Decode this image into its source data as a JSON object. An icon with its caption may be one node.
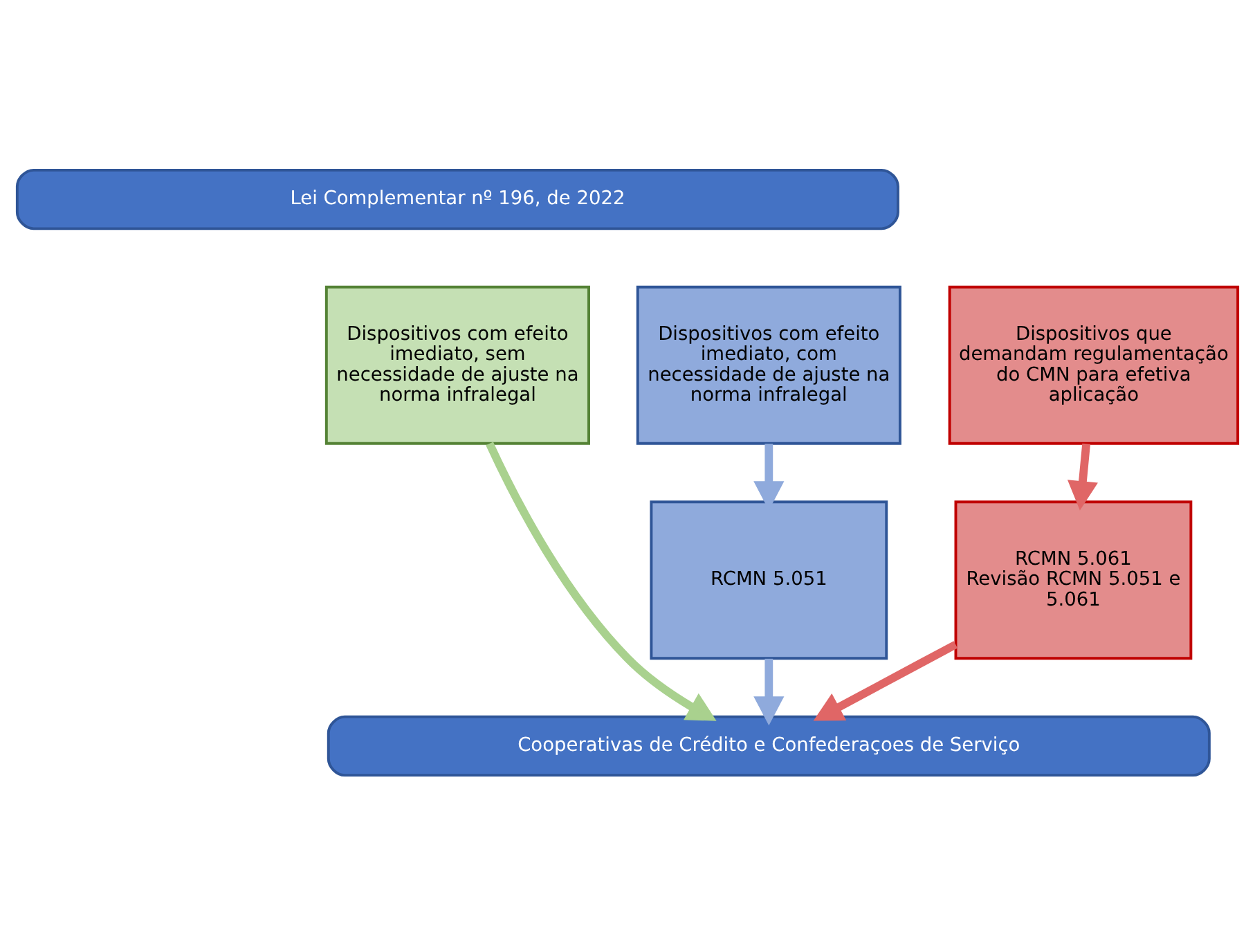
{
  "diagram": {
    "nodes": [
      {
        "text": [
          "Lei Complementar nº 196, de 2022"
        ]
      },
      {
        "text": [
          "Dispositivos com efeito imediato, sem necessidade de ajuste na norma infralegal"
        ]
      },
      {
        "text": [
          "Dispositivos com efeito imediato, com necessidade de ajuste na norma infralegal"
        ]
      },
      {
        "text": [
          "Dispositivos que demandam regulamentação do CMN para efetiva aplicação"
        ]
      },
      {
        "text": [
          "RCMN 5.051"
        ]
      },
      {
        "text": [
          "RCMN 5.061",
          "Revisão RCMN 5.051 e 5.061"
        ]
      },
      {
        "text": [
          "Cooperativas de Crédito e Confederaçoes de Serviço"
        ]
      }
    ],
    "edges": [
      {
        "from": 1,
        "to": 6,
        "arrow": "to",
        "color": "#a9d18e"
      },
      {
        "from": 2,
        "to": 4,
        "arrow": "to",
        "color": "#8faadc"
      },
      {
        "from": 4,
        "to": 6,
        "arrow": "to",
        "color": "#8faadc"
      },
      {
        "from": 3,
        "to": 5,
        "arrow": "to",
        "color": "#e06666"
      },
      {
        "from": 5,
        "to": 6,
        "arrow": "to",
        "color": "#e06666"
      }
    ]
  }
}
